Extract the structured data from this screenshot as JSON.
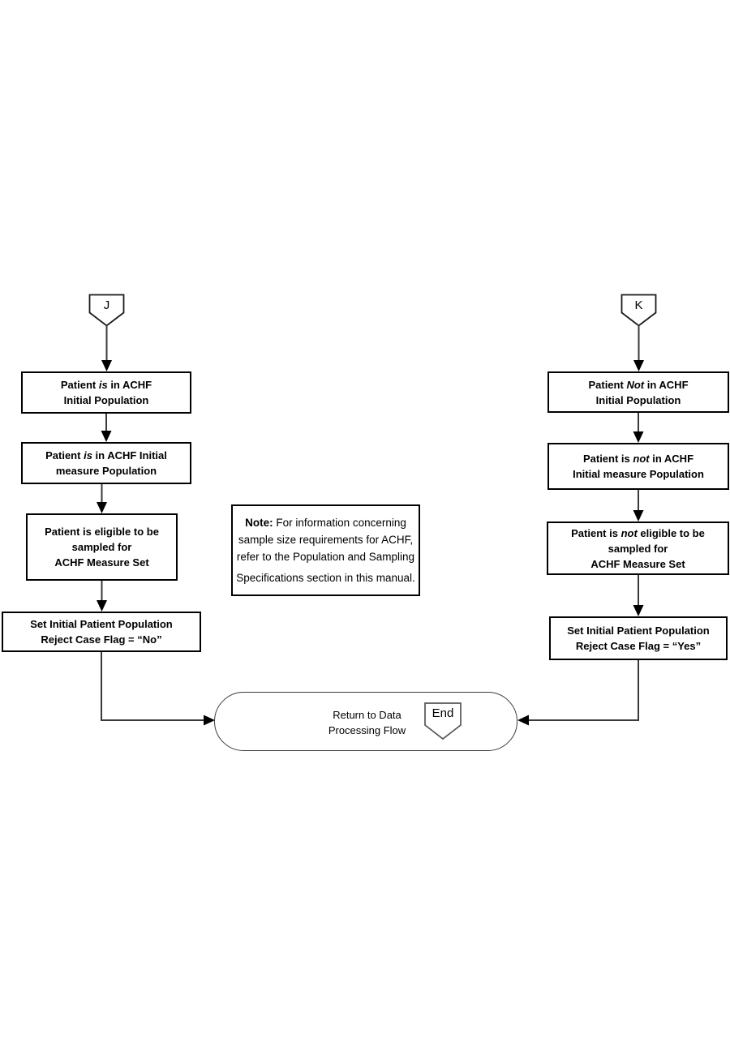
{
  "colors": {
    "background": "#ffffff",
    "box_border": "#000000",
    "line": "#3a3a3a",
    "arrowhead": "#000000",
    "text": "#000000"
  },
  "connectors": {
    "j_label": "J",
    "k_label": "K"
  },
  "left_column": {
    "box1": {
      "line1_pre": "Patient ",
      "line1_em": "is",
      "line1_post": " in ACHF",
      "line2": "Initial Population"
    },
    "box2": {
      "line1_pre": "Patient ",
      "line1_em": "is",
      "line1_post": " in ACHF Initial",
      "line2": "measure Population"
    },
    "box3": {
      "line1": "Patient is eligible to be",
      "line2": "sampled for",
      "line3": "ACHF Measure Set"
    },
    "box4": {
      "line1": "Set Initial Patient Population",
      "line2": "Reject Case Flag = “No”"
    }
  },
  "right_column": {
    "box1": {
      "line1_pre": "Patient ",
      "line1_em": "Not",
      "line1_post": " in ACHF",
      "line2": "Initial Population"
    },
    "box2": {
      "line1_pre": "Patient is ",
      "line1_em": "not",
      "line1_post": " in ACHF",
      "line2": "Initial measure Population"
    },
    "box3": {
      "line1_pre": "Patient is ",
      "line1_em": "not",
      "line1_post": " eligible to be",
      "line2": "sampled for",
      "line3": "ACHF Measure Set"
    },
    "box4": {
      "line1": "Set Initial Patient Population",
      "line2": "Reject Case Flag = “Yes”"
    }
  },
  "note": {
    "label": "Note:",
    "line1_rest": " For information concerning",
    "line2": "sample size requirements for ACHF,",
    "line3": "refer to the Population and Sampling",
    "line4": "Specifications section in this manual."
  },
  "terminator": {
    "line1": "Return to Data",
    "line2": "Processing Flow",
    "end_label": "End"
  }
}
